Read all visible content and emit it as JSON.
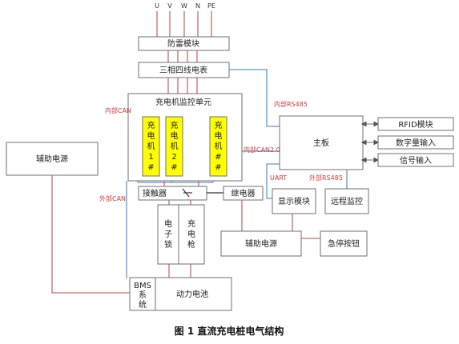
{
  "phases": [
    "U",
    "V",
    "W",
    "N",
    "PE"
  ],
  "blocks": {
    "surge": "防雷模块",
    "meter": "三相四线电表",
    "monitor_title": "充电机监控单元",
    "chargers": [
      [
        "充",
        "电",
        "机",
        "1",
        "#"
      ],
      [
        "充",
        "电",
        "机",
        "2",
        "#"
      ],
      [
        "充",
        "电",
        "机",
        "#",
        "#"
      ]
    ],
    "mainboard": "主板",
    "rfid": "RFID模块",
    "digital_input": "数字量输入",
    "signal_input": "信号输入",
    "aux_power_left": "辅助电源",
    "contactor": "接触器",
    "relay": "继电器",
    "display": "显示模块",
    "remote": "远程监控",
    "elock": [
      "电",
      "子",
      "锁"
    ],
    "gun": [
      "充",
      "电",
      "枪"
    ],
    "aux_power_mid": "辅助电源",
    "estop": "急停按钮",
    "bms": [
      "BMS",
      "系",
      "统"
    ],
    "battery": "动力电池"
  },
  "bus_labels": {
    "can_internal": "内部CAN",
    "rs485_internal": "内部RS485",
    "can2_internal": "内部CAN2.0",
    "uart": "UART",
    "rs485_external": "外部RS485",
    "can_external": "外部CAN"
  },
  "caption": "图 1 直流充电桩电气结构"
}
